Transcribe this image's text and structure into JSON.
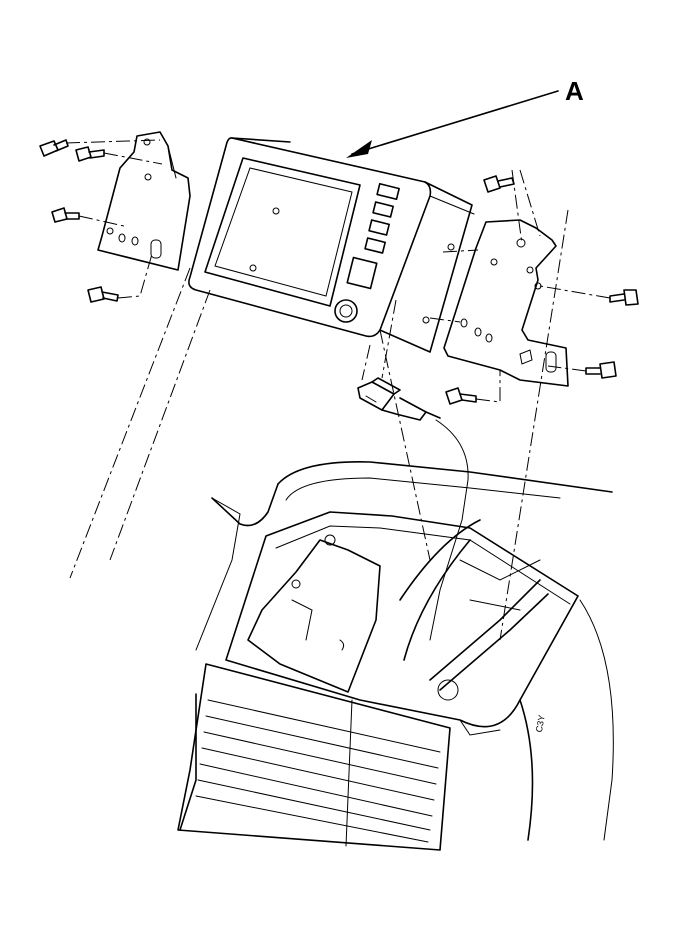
{
  "diagram": {
    "callouts": [
      {
        "id": "A",
        "label": "A"
      }
    ],
    "small_marks": {
      "cart_mark": "C3Y"
    },
    "colors": {
      "line": "#000000",
      "background": "#ffffff"
    },
    "parts": [
      "audio-navigation-unit",
      "left-mounting-bracket",
      "right-mounting-bracket",
      "mounting-bolts",
      "wire-harness-connector",
      "dashboard-opening",
      "center-vent-panel"
    ]
  }
}
